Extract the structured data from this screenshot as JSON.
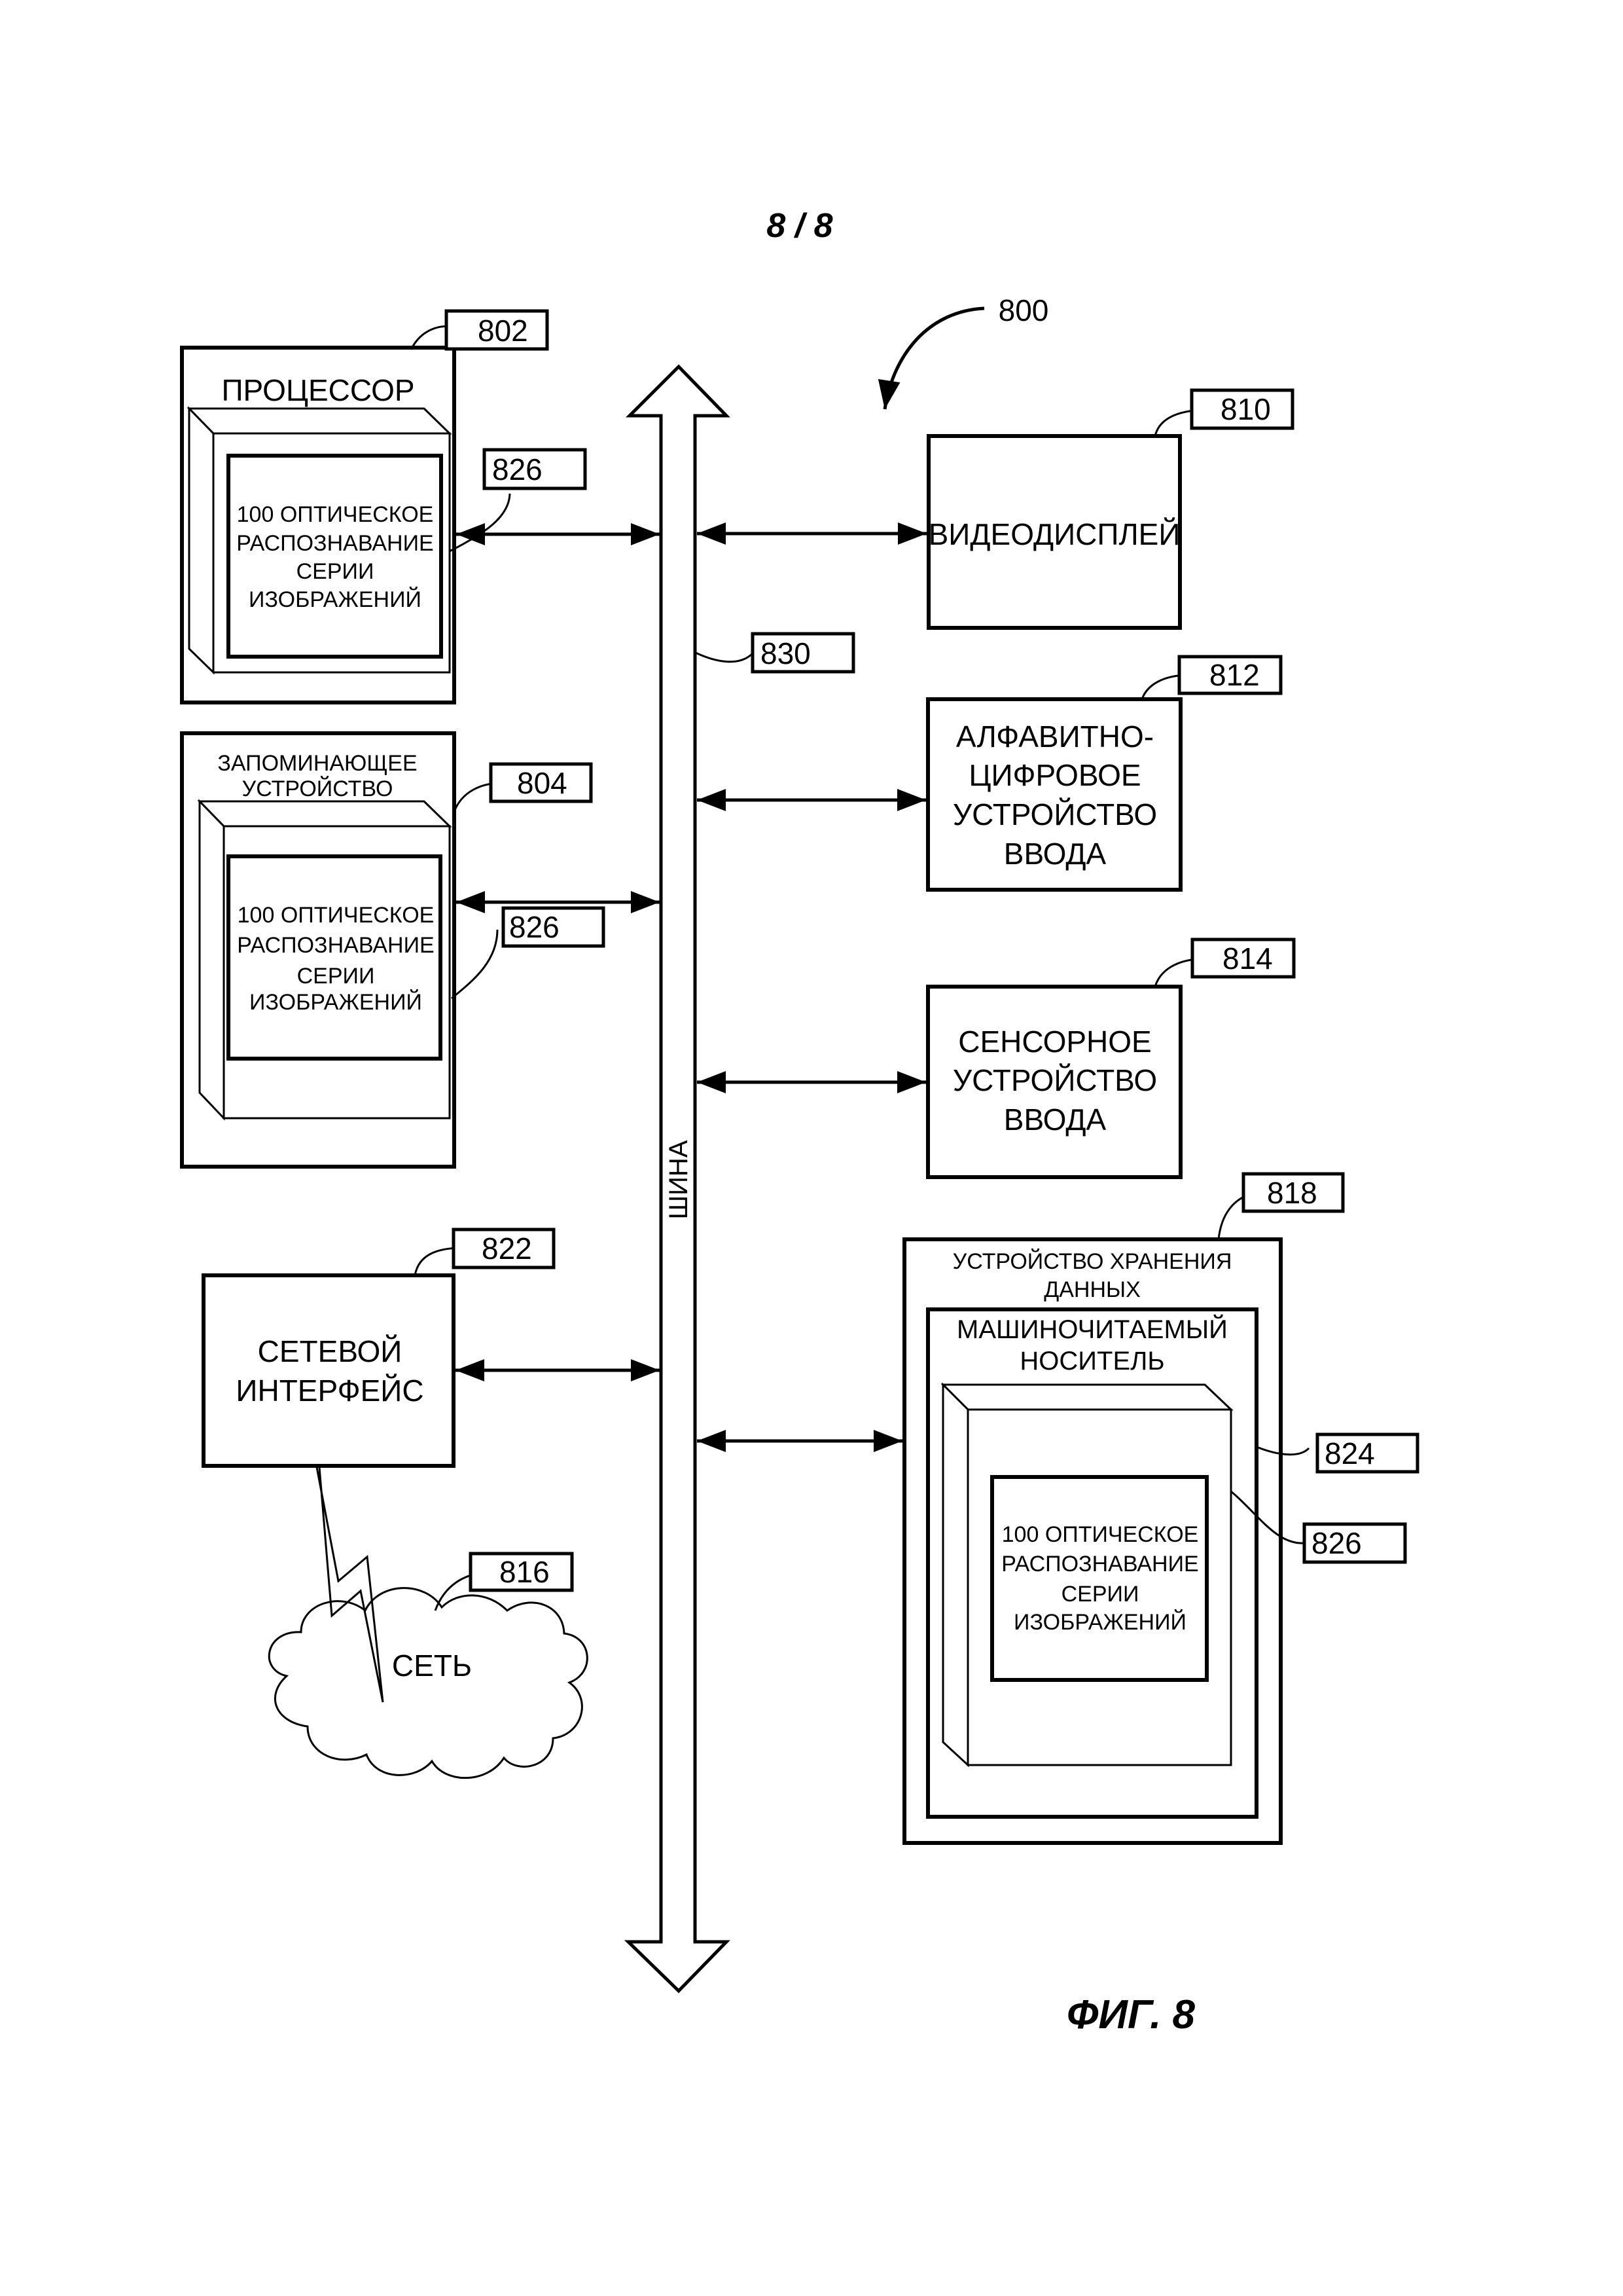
{
  "page": {
    "sheet_number": "8 / 8",
    "figure_caption": "ФИГ. 8",
    "system_ref": "800"
  },
  "bus": {
    "label": "ШИНА",
    "ref": "830"
  },
  "processor": {
    "ref": "802",
    "title": "ПРОЦЕССОР",
    "module_ref": "826",
    "module_lines": [
      "100 ОПТИЧЕСКОЕ",
      "РАСПОЗНАВАНИЕ",
      "СЕРИИ",
      "ИЗОБРАЖЕНИЙ"
    ]
  },
  "memory": {
    "ref": "804",
    "title_lines": [
      "ЗАПОМИНАЮЩЕЕ",
      "УСТРОЙСТВО"
    ],
    "module_ref": "826",
    "module_lines": [
      "100 ОПТИЧЕСКОЕ",
      "РАСПОЗНАВАНИЕ",
      "СЕРИИ",
      "ИЗОБРАЖЕНИЙ"
    ]
  },
  "network_interface": {
    "ref": "822",
    "lines": [
      "СЕТЕВОЙ",
      "ИНТЕРФЕЙС"
    ]
  },
  "network": {
    "ref": "816",
    "label": "СЕТЬ"
  },
  "video_display": {
    "ref": "810",
    "label": "ВИДЕОДИСПЛЕЙ"
  },
  "alphanumeric_input": {
    "ref": "812",
    "lines": [
      "АЛФАВИТНО-",
      "ЦИФРОВОЕ",
      "УСТРОЙСТВО",
      "ВВОДА"
    ]
  },
  "touch_input": {
    "ref": "814",
    "lines": [
      "СЕНСОРНОЕ",
      "УСТРОЙСТВО",
      "ВВОДА"
    ]
  },
  "data_storage": {
    "ref": "818",
    "title_lines": [
      "УСТРОЙСТВО ХРАНЕНИЯ",
      "ДАННЫХ"
    ],
    "medium_ref": "824",
    "medium_title_lines": [
      "МАШИНОЧИТАЕМЫЙ",
      "НОСИТЕЛЬ"
    ],
    "module_ref": "826",
    "module_lines": [
      "100 ОПТИЧЕСКОЕ",
      "РАСПОЗНАВАНИЕ",
      "СЕРИИ",
      "ИЗОБРАЖЕНИЙ"
    ]
  }
}
